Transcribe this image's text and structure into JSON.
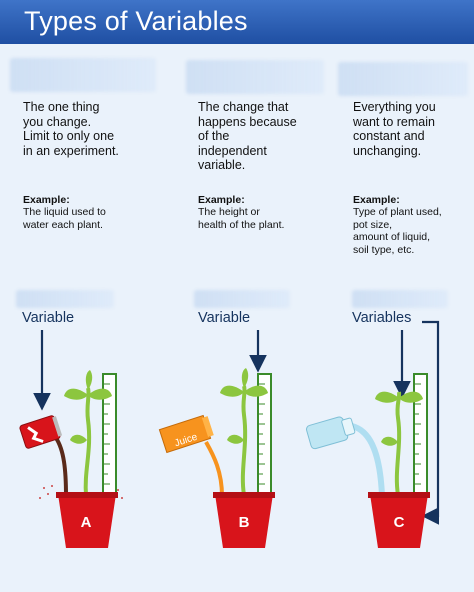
{
  "header": {
    "title": "Types of Variables"
  },
  "columns": [
    {
      "description": "The one thing\nyou change.\nLimit to only one\nin an experiment.",
      "example_heading": "Example:",
      "example_text": "The liquid used to\nwater each plant."
    },
    {
      "description": "The change that\nhappens because\nof the\nindependent\nvariable.",
      "example_heading": "Example:",
      "example_text": "The height or\nhealth of the plant."
    },
    {
      "description": "Everything you\nwant to remain\nconstant and\nunchanging.",
      "example_heading": "Example:",
      "example_text": "Type of plant used,\npot size,\namount of liquid,\nsoil type, etc."
    }
  ],
  "variable_labels": [
    "Variable",
    "Variable",
    "Variables"
  ],
  "pots": [
    "A",
    "B",
    "C"
  ],
  "juice_label": "Juice",
  "colors": {
    "header": "#2a5bb0",
    "pot": "#d8141b",
    "leaf": "#8cc63f",
    "arrow": "#15335e",
    "ruler": "#3a8b2a"
  }
}
